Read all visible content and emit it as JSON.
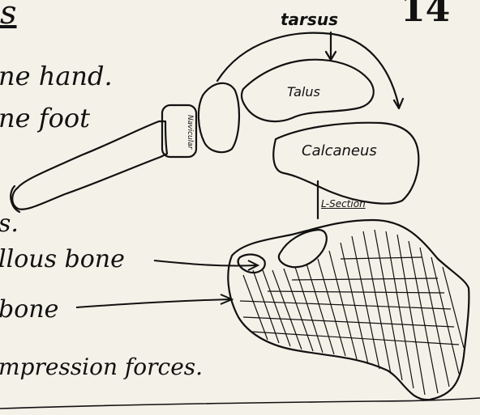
{
  "page": {
    "page_number": "14",
    "heading_fragment": "s",
    "lines": {
      "line1": "ne hand.",
      "line2": "ne foot",
      "line3": "s.",
      "line4": "llous bone",
      "line5": "bone",
      "line6": "mpression forces."
    }
  },
  "diagram": {
    "labels": {
      "tarsus": "tarsus",
      "talus": "Talus",
      "navicular": "Navicular",
      "calcaneus": "Calcaneus",
      "section": "L-Section"
    }
  },
  "colors": {
    "ink": "#111111",
    "paper": "#f4f1e8"
  }
}
